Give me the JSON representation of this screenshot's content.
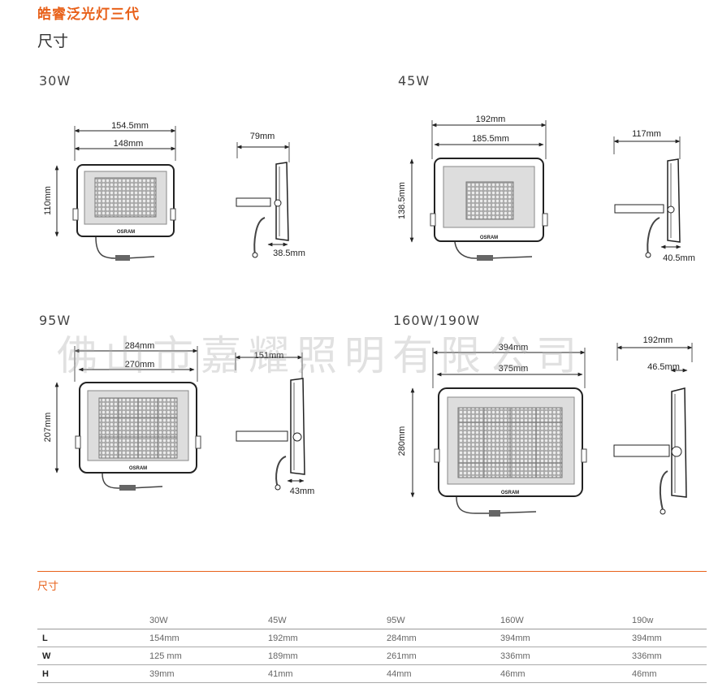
{
  "page_title": "皓睿泛光灯三代",
  "section_heading": "尺寸",
  "watermark": "佛山市嘉耀照明有限公司",
  "brand_logo": "OSRAM",
  "models": {
    "w30": {
      "label": "30W",
      "width_outer": "154.5mm",
      "width_inner": "148mm",
      "height": "110mm",
      "side_top": "79mm",
      "side_bottom": "38.5mm"
    },
    "w45": {
      "label": "45W",
      "width_outer": "192mm",
      "width_inner": "185.5mm",
      "height": "138.5mm",
      "side_top": "117mm",
      "side_bottom": "40.5mm"
    },
    "w95": {
      "label": "95W",
      "width_outer": "284mm",
      "width_inner": "270mm",
      "height": "207mm",
      "side_top": "151mm",
      "side_bottom": "43mm"
    },
    "w160": {
      "label": "160W/190W",
      "width_outer": "394mm",
      "width_inner": "375mm",
      "height": "280mm",
      "side_top": "192mm",
      "side_bottom": "46.5mm"
    }
  },
  "table": {
    "heading": "尺寸",
    "columns": [
      "",
      "30W",
      "45W",
      "95W",
      "160W",
      "190w"
    ],
    "rows": [
      {
        "label": "L",
        "values": [
          "154mm",
          "192mm",
          "284mm",
          "394mm",
          "394mm"
        ]
      },
      {
        "label": "W",
        "values": [
          "125 mm",
          "189mm",
          "261mm",
          "336mm",
          "336mm"
        ]
      },
      {
        "label": "H",
        "values": [
          "39mm",
          "41mm",
          "44mm",
          "46mm",
          "46mm"
        ]
      }
    ]
  },
  "colors": {
    "accent": "#e8611a",
    "outline": "#222222",
    "panel": "#888888"
  }
}
